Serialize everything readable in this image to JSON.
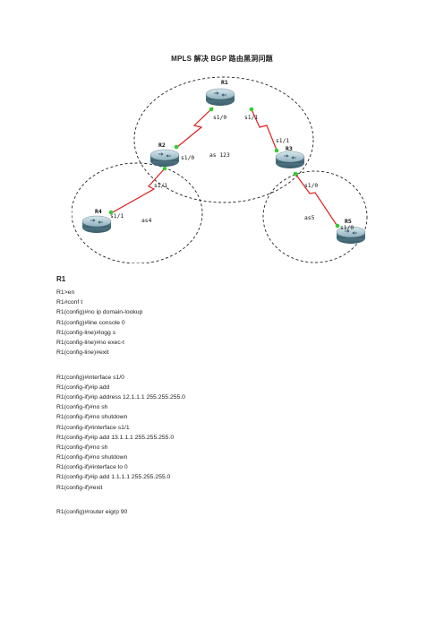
{
  "title": "MPLS 解决 BGP 路由黑洞问题",
  "topology": {
    "routers": [
      {
        "id": "r1",
        "name": "R1"
      },
      {
        "id": "r2",
        "name": "R2"
      },
      {
        "id": "r3",
        "name": "R3"
      },
      {
        "id": "r4",
        "name": "R4"
      },
      {
        "id": "r5",
        "name": "R5"
      }
    ],
    "areas": [
      {
        "id": "as123",
        "label": "as 123"
      },
      {
        "id": "as4",
        "label": "as4"
      },
      {
        "id": "as5",
        "label": "as5"
      }
    ],
    "interfaces": {
      "r1_s1_0": "s1/0",
      "r1_s1_1": "s1/1",
      "r2_s1_0": "s1/0",
      "r2_s1_1": "s1/1",
      "r3_s1_1": "s1/1",
      "r3_s1_0": "s1/0",
      "r4_s1_1": "s1/1",
      "r5_s1_0": "s1/0"
    },
    "colors": {
      "link": "#e02020",
      "endpoint": "#33cc33",
      "area_border": "#222222"
    }
  },
  "section": {
    "title": "R1",
    "lines": [
      "R1>en",
      "R1#conf t",
      "R1(config)#no ip domain-lookup",
      "R1(config)#line console 0",
      "R1(config-line)#logg s",
      "R1(config-line)#no exec-t",
      "R1(config-line)#exit",
      "",
      "R1(config)#interface s1/0",
      "R1(config-if)#ip add",
      "R1(config-if)#ip address 12.1.1.1 255.255.255.0",
      "R1(config-if)#no sh",
      "R1(config-if)#no shutdown",
      "R1(config-if)#interface s1/1",
      "R1(config-if)#ip add 13.1.1.1 255.255.255.0",
      "R1(config-if)#no sh",
      "R1(config-if)#no shutdown",
      "R1(config-if)#interface lo 0",
      "R1(config-if)#ip add 1.1.1.1 255.255.255.0",
      "R1(config-if)#exit",
      "",
      "R1(config)#router eigrp 90"
    ]
  }
}
